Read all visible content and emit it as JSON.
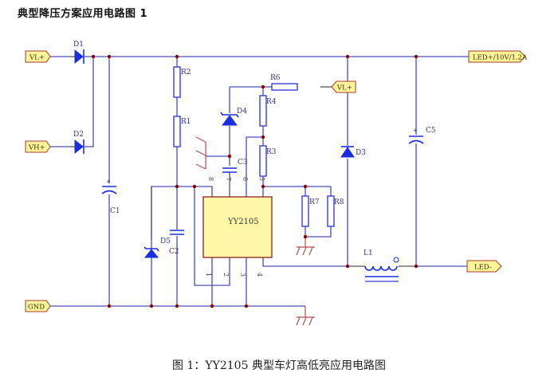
{
  "heading": "典型降压方案应用电路图 1",
  "caption": "图 1：YY2105 典型车灯高低亮应用电路图",
  "ports": {
    "vl_left": "VL+",
    "vh_left": "VH+",
    "gnd": "GND",
    "vl_r6": "VL+",
    "led_plus": "LED+/10V/1.2A",
    "led_minus": "LED-"
  },
  "components": {
    "D1": "D1",
    "D2": "D2",
    "D3": "D3",
    "D4": "D4",
    "D5": "D5",
    "R1": "R1",
    "R2": "R2",
    "R3": "R3",
    "R4": "R4",
    "R6": "R6",
    "R7": "R7",
    "R8": "R8",
    "C1": "C1",
    "C2": "C2",
    "C3": "C3",
    "C5": "C5",
    "L1": "L1",
    "ic": "YY2105",
    "cap_plus": "+"
  },
  "ic_pins": {
    "p1": "1",
    "p2": "2",
    "p3": "3",
    "p4": "4",
    "p5": "5",
    "p6": "6",
    "p7": "7",
    "p8": "8"
  },
  "colors": {
    "wire": "#4a4fb8",
    "junction": "#8b0000",
    "component": "#1a2ee0",
    "port_fill": "#fff69a",
    "ic_fill": "#fff7a8"
  }
}
